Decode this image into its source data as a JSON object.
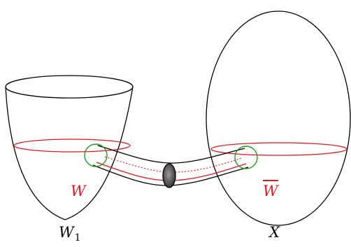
{
  "labels": {
    "w_inner": "W",
    "w_bar": "W",
    "w1_base": "W",
    "w1_sub": "1",
    "x_label": "X"
  },
  "colors": {
    "outline": "#000000",
    "region": "#e8141e",
    "neck_circle": "#1a9a1a",
    "tube_cross_section": "#555555"
  }
}
